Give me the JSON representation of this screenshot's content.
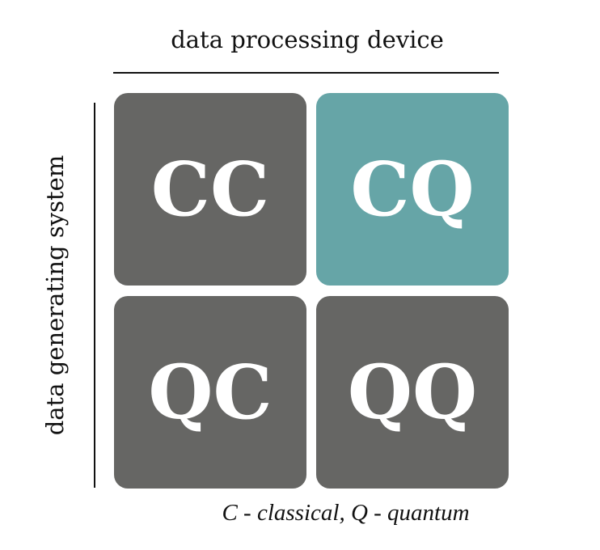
{
  "title": "data processing device",
  "side_label": "data generating system",
  "cells": [
    {
      "label": "CC",
      "color": "#666664"
    },
    {
      "label": "CQ",
      "color": "#66a5a7"
    },
    {
      "label": "QC",
      "color": "#666664"
    },
    {
      "label": "QQ",
      "color": "#666664"
    }
  ],
  "caption": "C - classical, Q - quantum"
}
